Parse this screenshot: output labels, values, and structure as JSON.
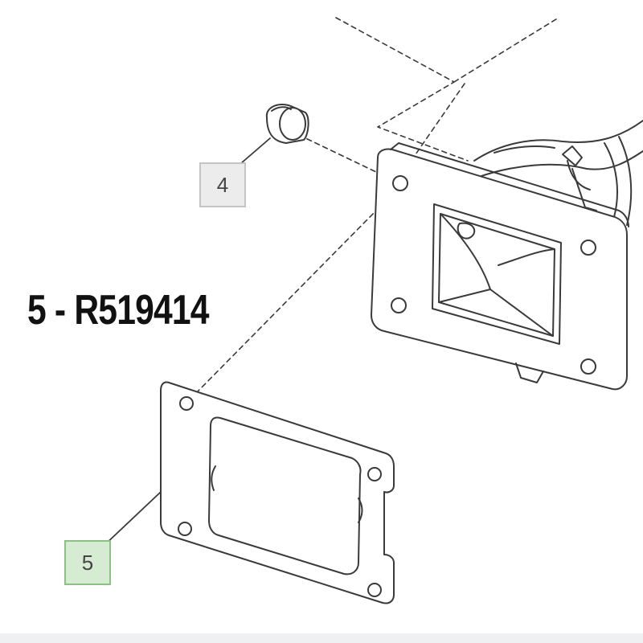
{
  "callouts": {
    "bolt_number": "4",
    "gasket_number": "5"
  },
  "part_label": "5 - R519414",
  "colors": {
    "line": "#3a3a3a",
    "callout_default_bg": "#ececec",
    "callout_selected_bg": "#d6ecd2",
    "callout_selected_border": "#8cc084"
  }
}
